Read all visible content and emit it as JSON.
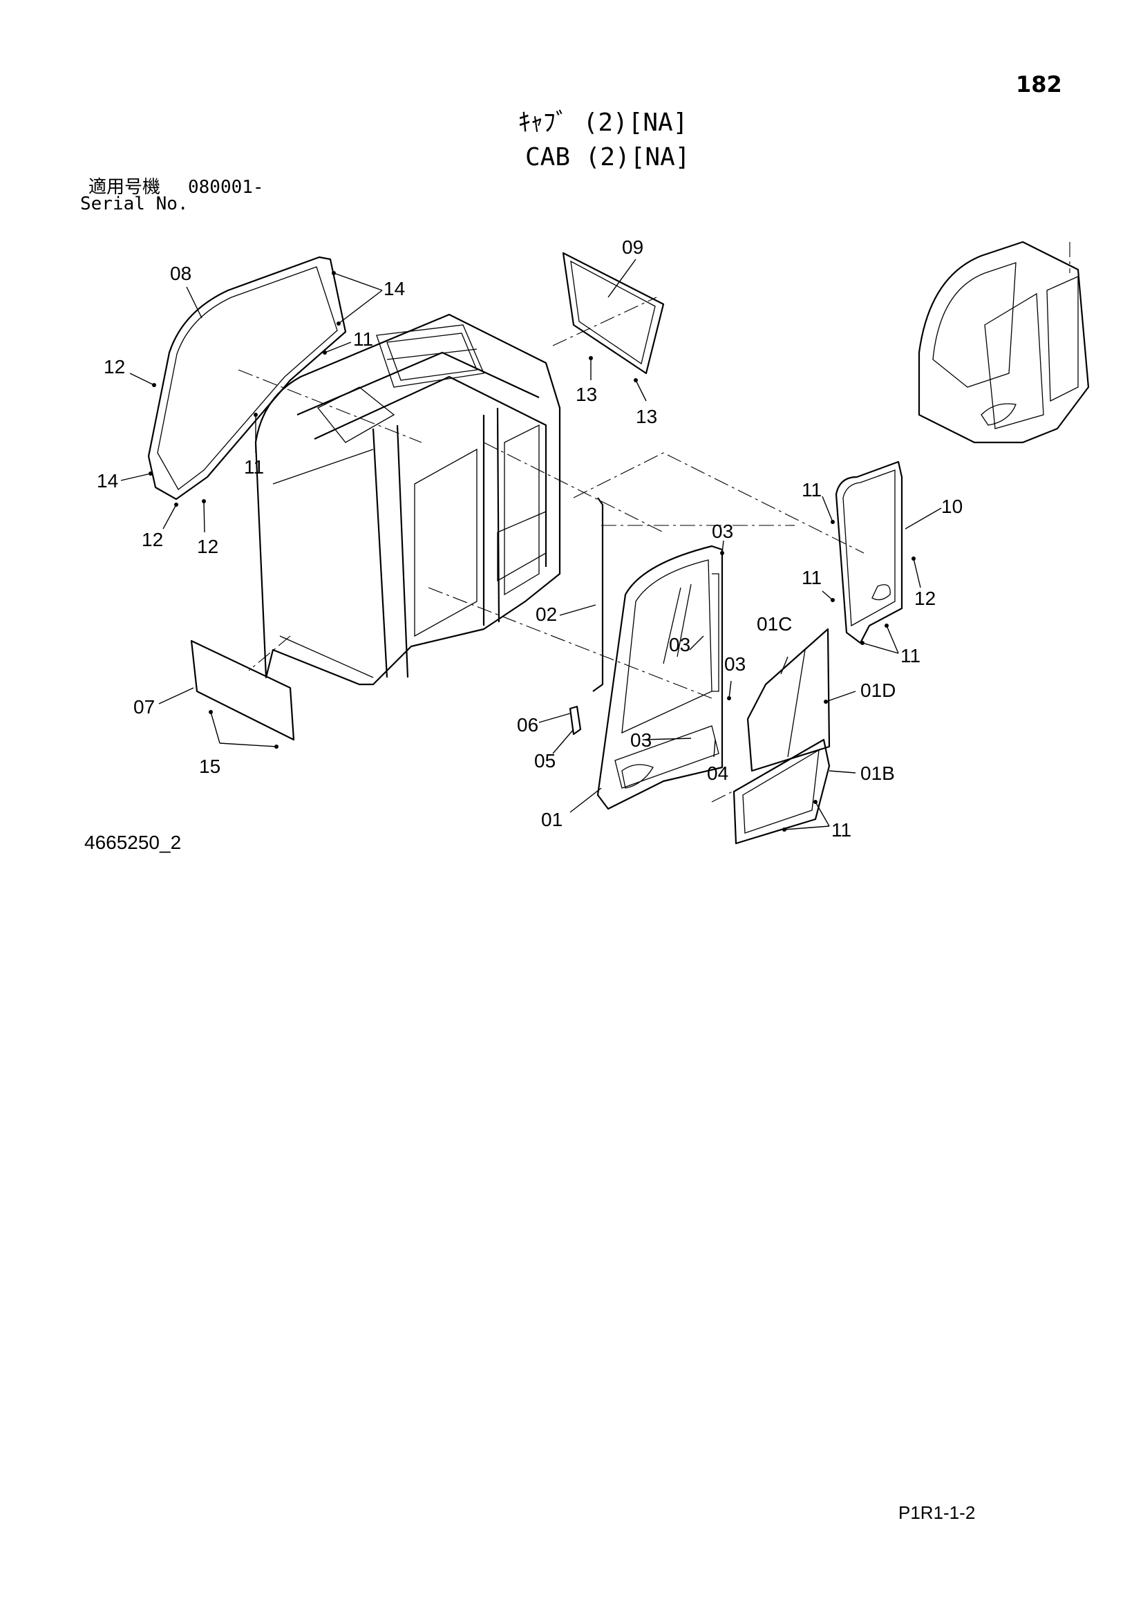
{
  "header": {
    "page_number": "182",
    "title_jp": "ｷｬﾌﾞ (2)[NA]",
    "title_en": "CAB (2)[NA]",
    "serial_label_jp": "適用号機",
    "serial_value": "080001-",
    "serial_label_en": "Serial No."
  },
  "diagram": {
    "callouts": [
      "08",
      "14",
      "11",
      "12",
      "14",
      "12",
      "12",
      "11",
      "09",
      "13",
      "13",
      "11",
      "10",
      "11",
      "12",
      "11",
      "03",
      "02",
      "03",
      "01C",
      "03",
      "01D",
      "06",
      "05",
      "03",
      "04",
      "01B",
      "01",
      "11",
      "07",
      "15"
    ]
  },
  "footer": {
    "drawing_number": "4665250_2",
    "page_code": "P1R1-1-2"
  }
}
